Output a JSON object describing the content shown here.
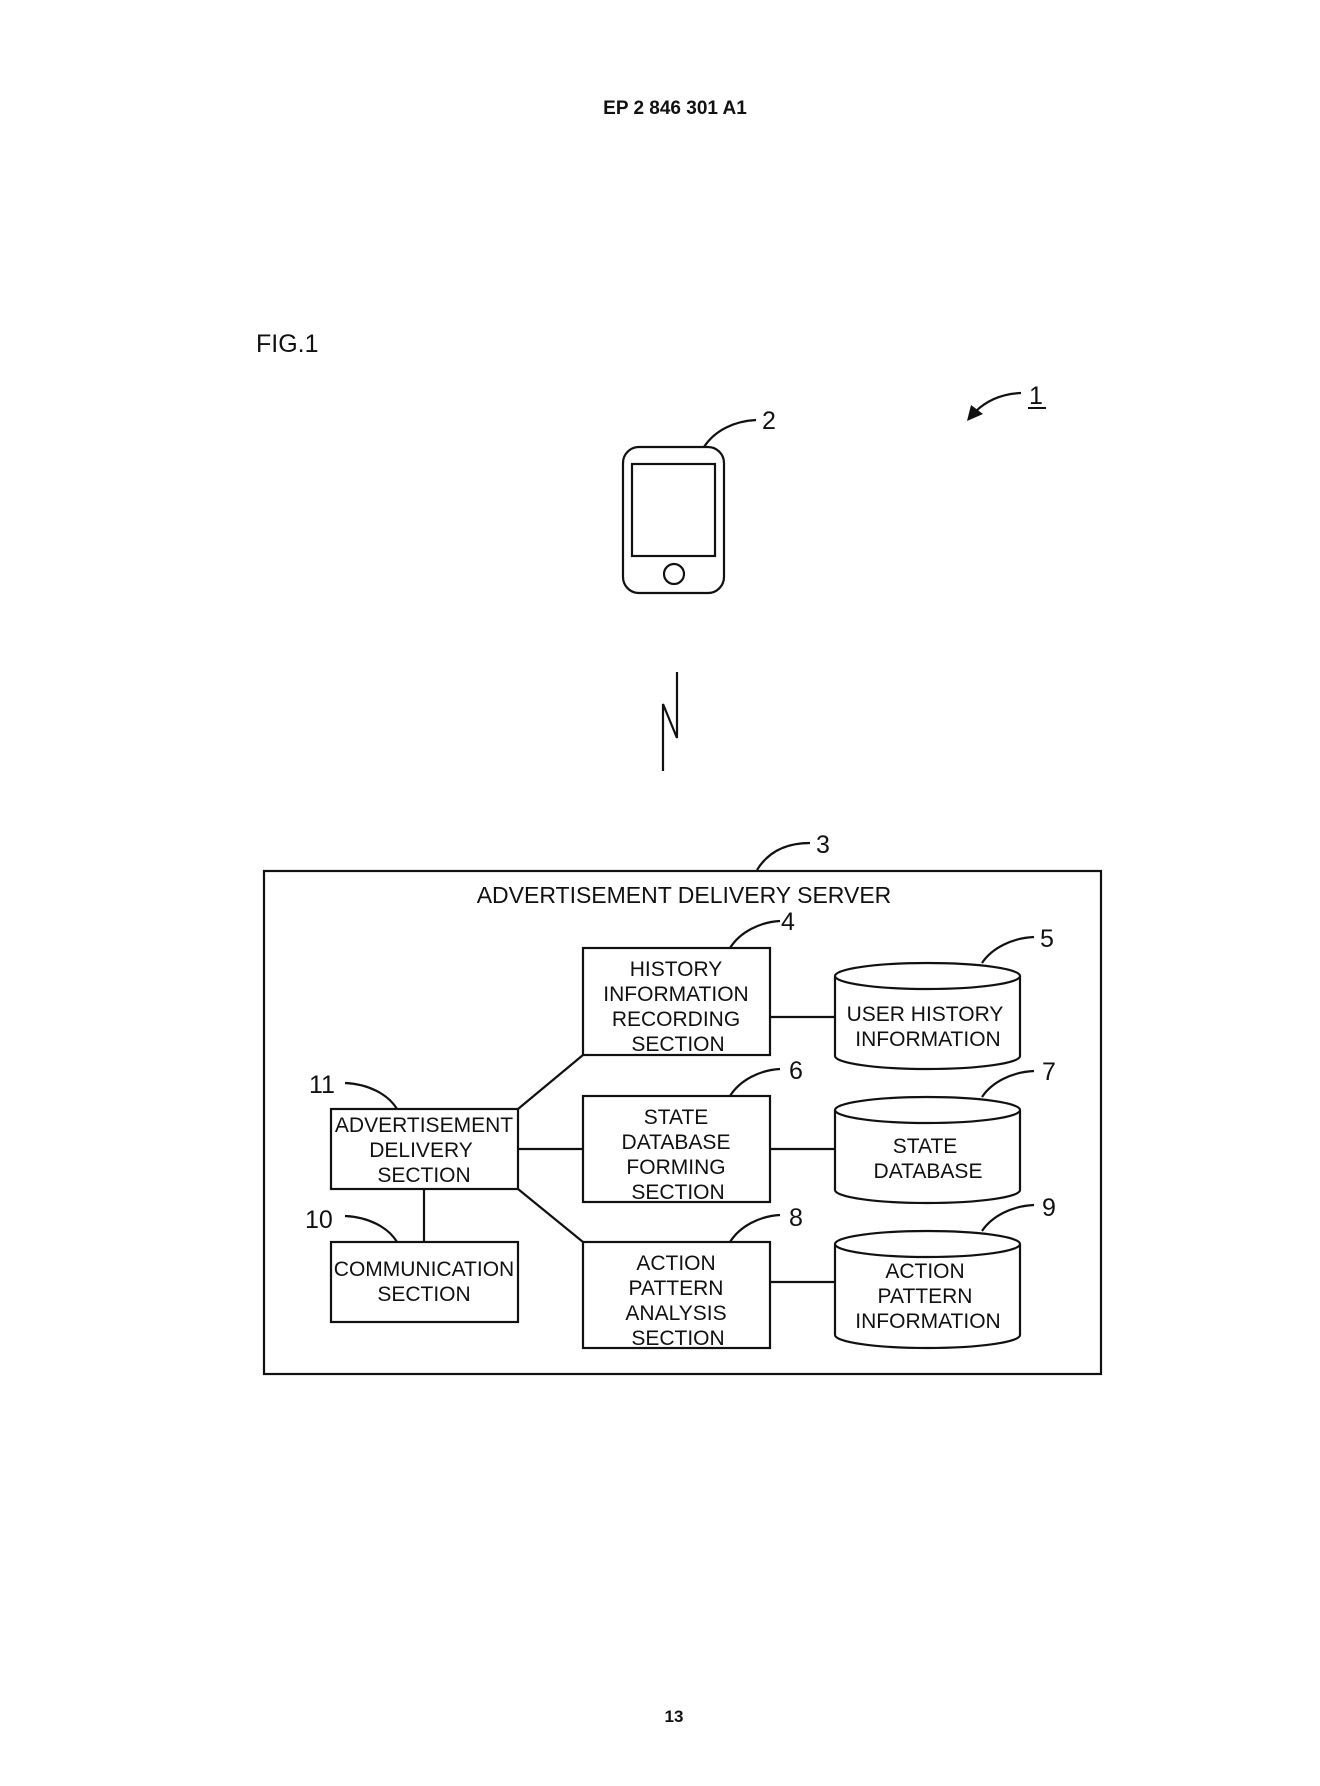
{
  "header": {
    "doc_number": "EP 2 846 301 A1"
  },
  "figure": {
    "label": "FIG.1",
    "system_ref": "1"
  },
  "terminal": {
    "ref": "2",
    "icon": "smartphone-icon"
  },
  "wireless_link": {
    "icon": "lightning-link-icon"
  },
  "server": {
    "ref": "3",
    "title": "ADVERTISEMENT DELIVERY SERVER",
    "sections": [
      {
        "id": "history_recording",
        "ref": "4",
        "lines": [
          "HISTORY",
          "INFORMATION",
          "RECORDING",
          "SECTION"
        ]
      },
      {
        "id": "state_db_forming",
        "ref": "6",
        "lines": [
          "STATE",
          "DATABASE",
          "FORMING",
          "SECTION"
        ]
      },
      {
        "id": "action_pattern_analysis",
        "ref": "8",
        "lines": [
          "ACTION",
          "PATTERN",
          "ANALYSIS",
          "SECTION"
        ]
      },
      {
        "id": "ad_delivery",
        "ref": "11",
        "lines": [
          "ADVERTISEMENT",
          "DELIVERY",
          "SECTION"
        ]
      },
      {
        "id": "communication",
        "ref": "10",
        "lines": [
          "COMMUNICATION",
          "SECTION"
        ]
      }
    ],
    "databases": [
      {
        "id": "user_history",
        "ref": "5",
        "lines": [
          "USER HISTORY",
          "INFORMATION"
        ]
      },
      {
        "id": "state_database",
        "ref": "7",
        "lines": [
          "STATE",
          "DATABASE"
        ]
      },
      {
        "id": "action_pattern_info",
        "ref": "9",
        "lines": [
          "ACTION",
          "PATTERN",
          "INFORMATION"
        ]
      }
    ]
  },
  "footer": {
    "page_number": "13"
  }
}
